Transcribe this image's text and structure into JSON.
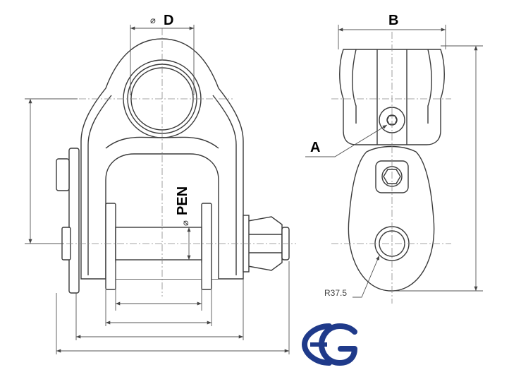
{
  "labels": {
    "dim_d_symbol": "⌀",
    "dim_d": "D",
    "dim_b": "B",
    "pen_symbol": "⌀",
    "pen": "PEN",
    "callout_a": "A",
    "radius": "R37.5"
  },
  "logo": {
    "text": "EG",
    "color": "#1f3a8a"
  },
  "colors": {
    "outline": "#3a3a3a",
    "dimension": "#555555",
    "centerline": "#888888",
    "shade": "#e8e8e8"
  }
}
